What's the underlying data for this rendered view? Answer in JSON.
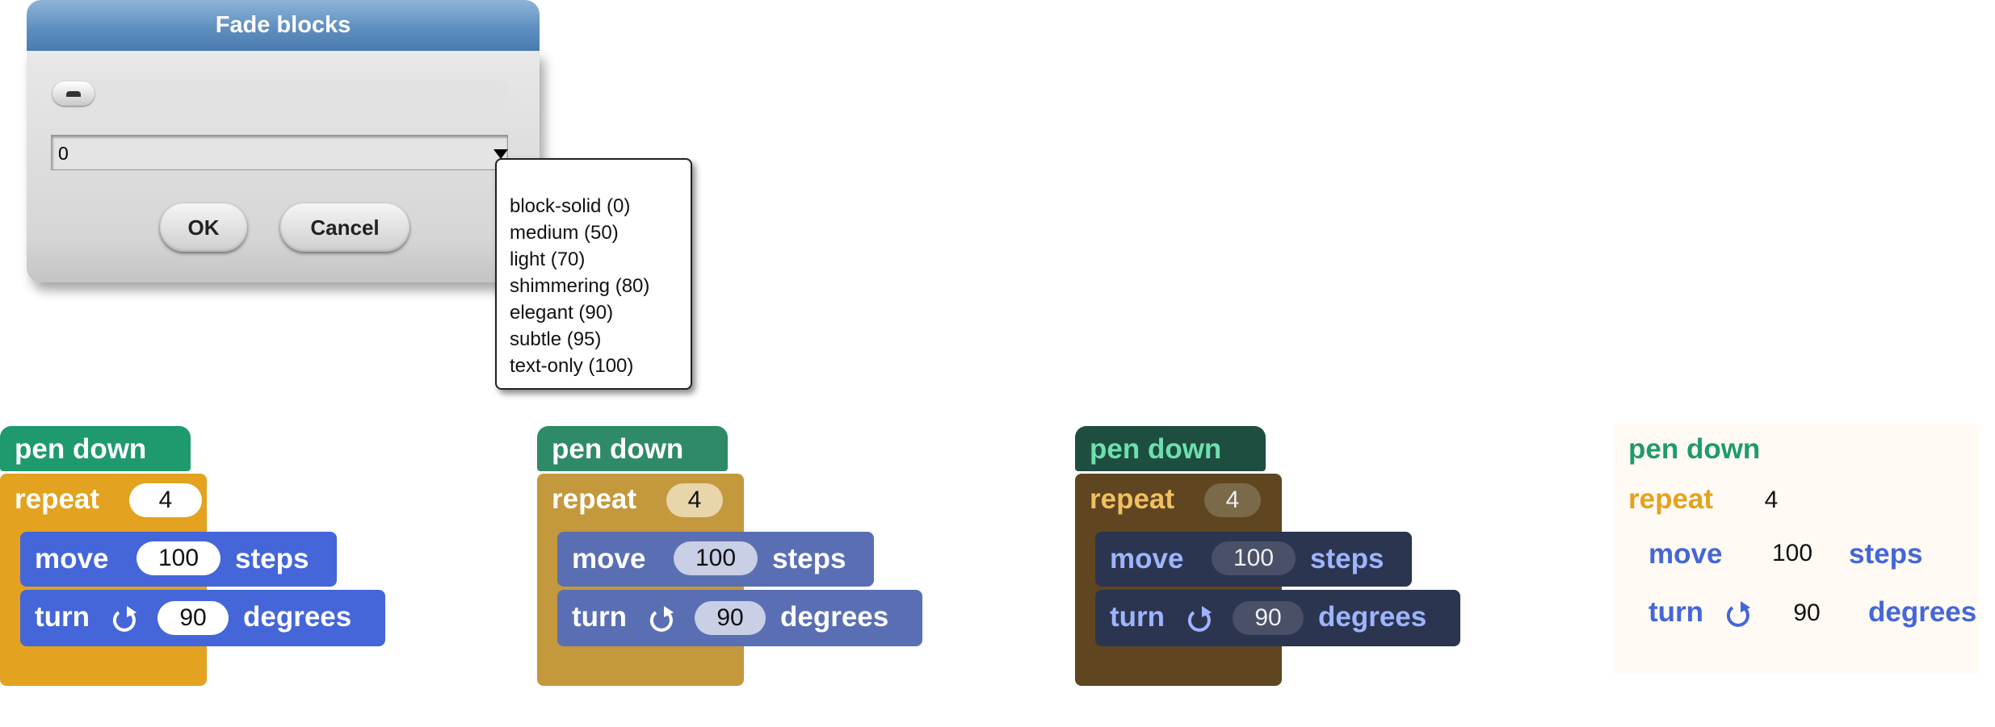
{
  "dialog": {
    "title": "Fade blocks",
    "value": "0",
    "ok_label": "OK",
    "cancel_label": "Cancel",
    "slider_value": 0
  },
  "menu": {
    "items": [
      {
        "label": "block-solid (0)"
      },
      {
        "label": "medium (50)"
      },
      {
        "label": "light (70)"
      },
      {
        "label": "shimmering (80)"
      },
      {
        "label": "elegant (90)"
      },
      {
        "label": "subtle (95)"
      },
      {
        "label": "text-only (100)"
      }
    ]
  },
  "blocks": {
    "pen_down": "pen down",
    "repeat": "repeat",
    "repeat_count": "4",
    "move": "move",
    "move_steps": "100",
    "steps": "steps",
    "turn": "turn",
    "turn_degrees": "90",
    "degrees": "degrees"
  },
  "colors": {
    "pen": "#1f9a6e",
    "control": "#e3a21f",
    "motion": "#4466d9",
    "dialog_title": "#5f8fc0"
  },
  "icons": [
    "turn-clockwise-icon",
    "loop-arrow-icon",
    "dropdown-arrow-icon",
    "slider-knob-icon"
  ]
}
